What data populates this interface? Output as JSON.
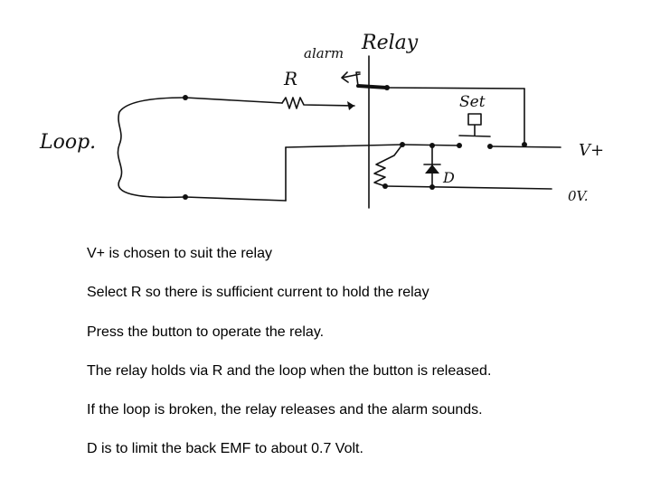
{
  "diagram": {
    "labels": {
      "relay": "Relay",
      "alarm": "alarm",
      "r": "R",
      "set": "Set",
      "loop": "Loop.",
      "d": "D",
      "vplus": "V+",
      "zerov": "0V."
    }
  },
  "notes": [
    "V+ is chosen to suit the relay",
    "Select R so there is sufficient current to hold the relay",
    "Press the button to operate the relay.",
    "The relay holds via R and the loop when the button is released.",
    "If the loop is broken, the relay releases and the alarm sounds.",
    "D is to limit the back EMF to about 0.7 Volt."
  ]
}
